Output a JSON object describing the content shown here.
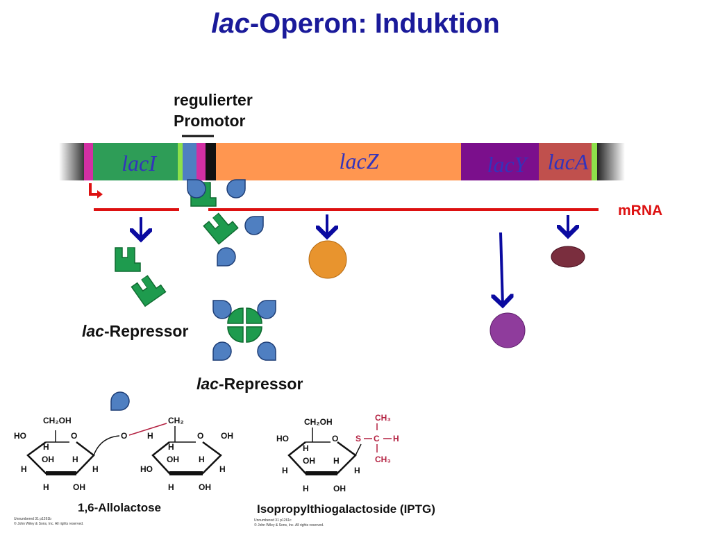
{
  "title": {
    "italic": "lac",
    "rest": "-Operon: Induktion"
  },
  "promoter_label": {
    "line1": "regulierter",
    "line2": "Promotor"
  },
  "genes": {
    "lacI": "lacI",
    "lacZ": "lacZ",
    "lacY": "lacY",
    "lacA": "lacA"
  },
  "mrna_label": "mRNA",
  "repressor_label_1": {
    "italic": "lac",
    "rest": "-Repressor"
  },
  "repressor_label_2": {
    "italic": "lac",
    "rest": "-Repressor"
  },
  "allolactose": {
    "caption": "1,6-Allolactose",
    "ring1": {
      "top": "CH₂OH",
      "ho": "HO",
      "o": "O",
      "h1": "H",
      "oh1": "OH",
      "h2": "H",
      "h3": "H",
      "h4": "H",
      "h5": "H",
      "oh2": "OH"
    },
    "link_o": "O",
    "ring2": {
      "top": "CH₂",
      "o": "O",
      "oh_r": "OH",
      "h1": "H",
      "oh1": "OH",
      "h2": "H",
      "ho": "HO",
      "h3": "H",
      "h4": "H",
      "h5": "H",
      "oh2": "OH"
    },
    "credit1": "Unnumbered 31 p1261b",
    "credit2": "© John Wiley & Sons, Inc. All rights reserved."
  },
  "iptg": {
    "caption": "Isopropylthiogalactoside (IPTG)",
    "ring": {
      "top": "CH₂OH",
      "ho": "HO",
      "o": "O",
      "h1": "H",
      "oh1": "OH",
      "h2": "H",
      "h3": "H",
      "h4": "H",
      "h5": "H",
      "oh2": "OH"
    },
    "s": "S",
    "c": "C",
    "h": "H",
    "ch3_top": "CH₃",
    "ch3_bottom": "CH₃",
    "credit1": "Unnumbered 31 p1261c",
    "credit2": "© John Wiley & Sons, Inc. All rights reserved."
  },
  "colors": {
    "title": "#1a1a9a",
    "lacI": "#2e9d57",
    "lacZ": "#ff9650",
    "lacY": "#7b0f8c",
    "lacA": "#c0504d",
    "mrna": "#dd1111",
    "arrow": "#0a0aa0",
    "repressor": "#1e9b4e",
    "inducer": "#4f7fc1",
    "promoter": "#d22fa3",
    "marker": "#8de04a"
  }
}
